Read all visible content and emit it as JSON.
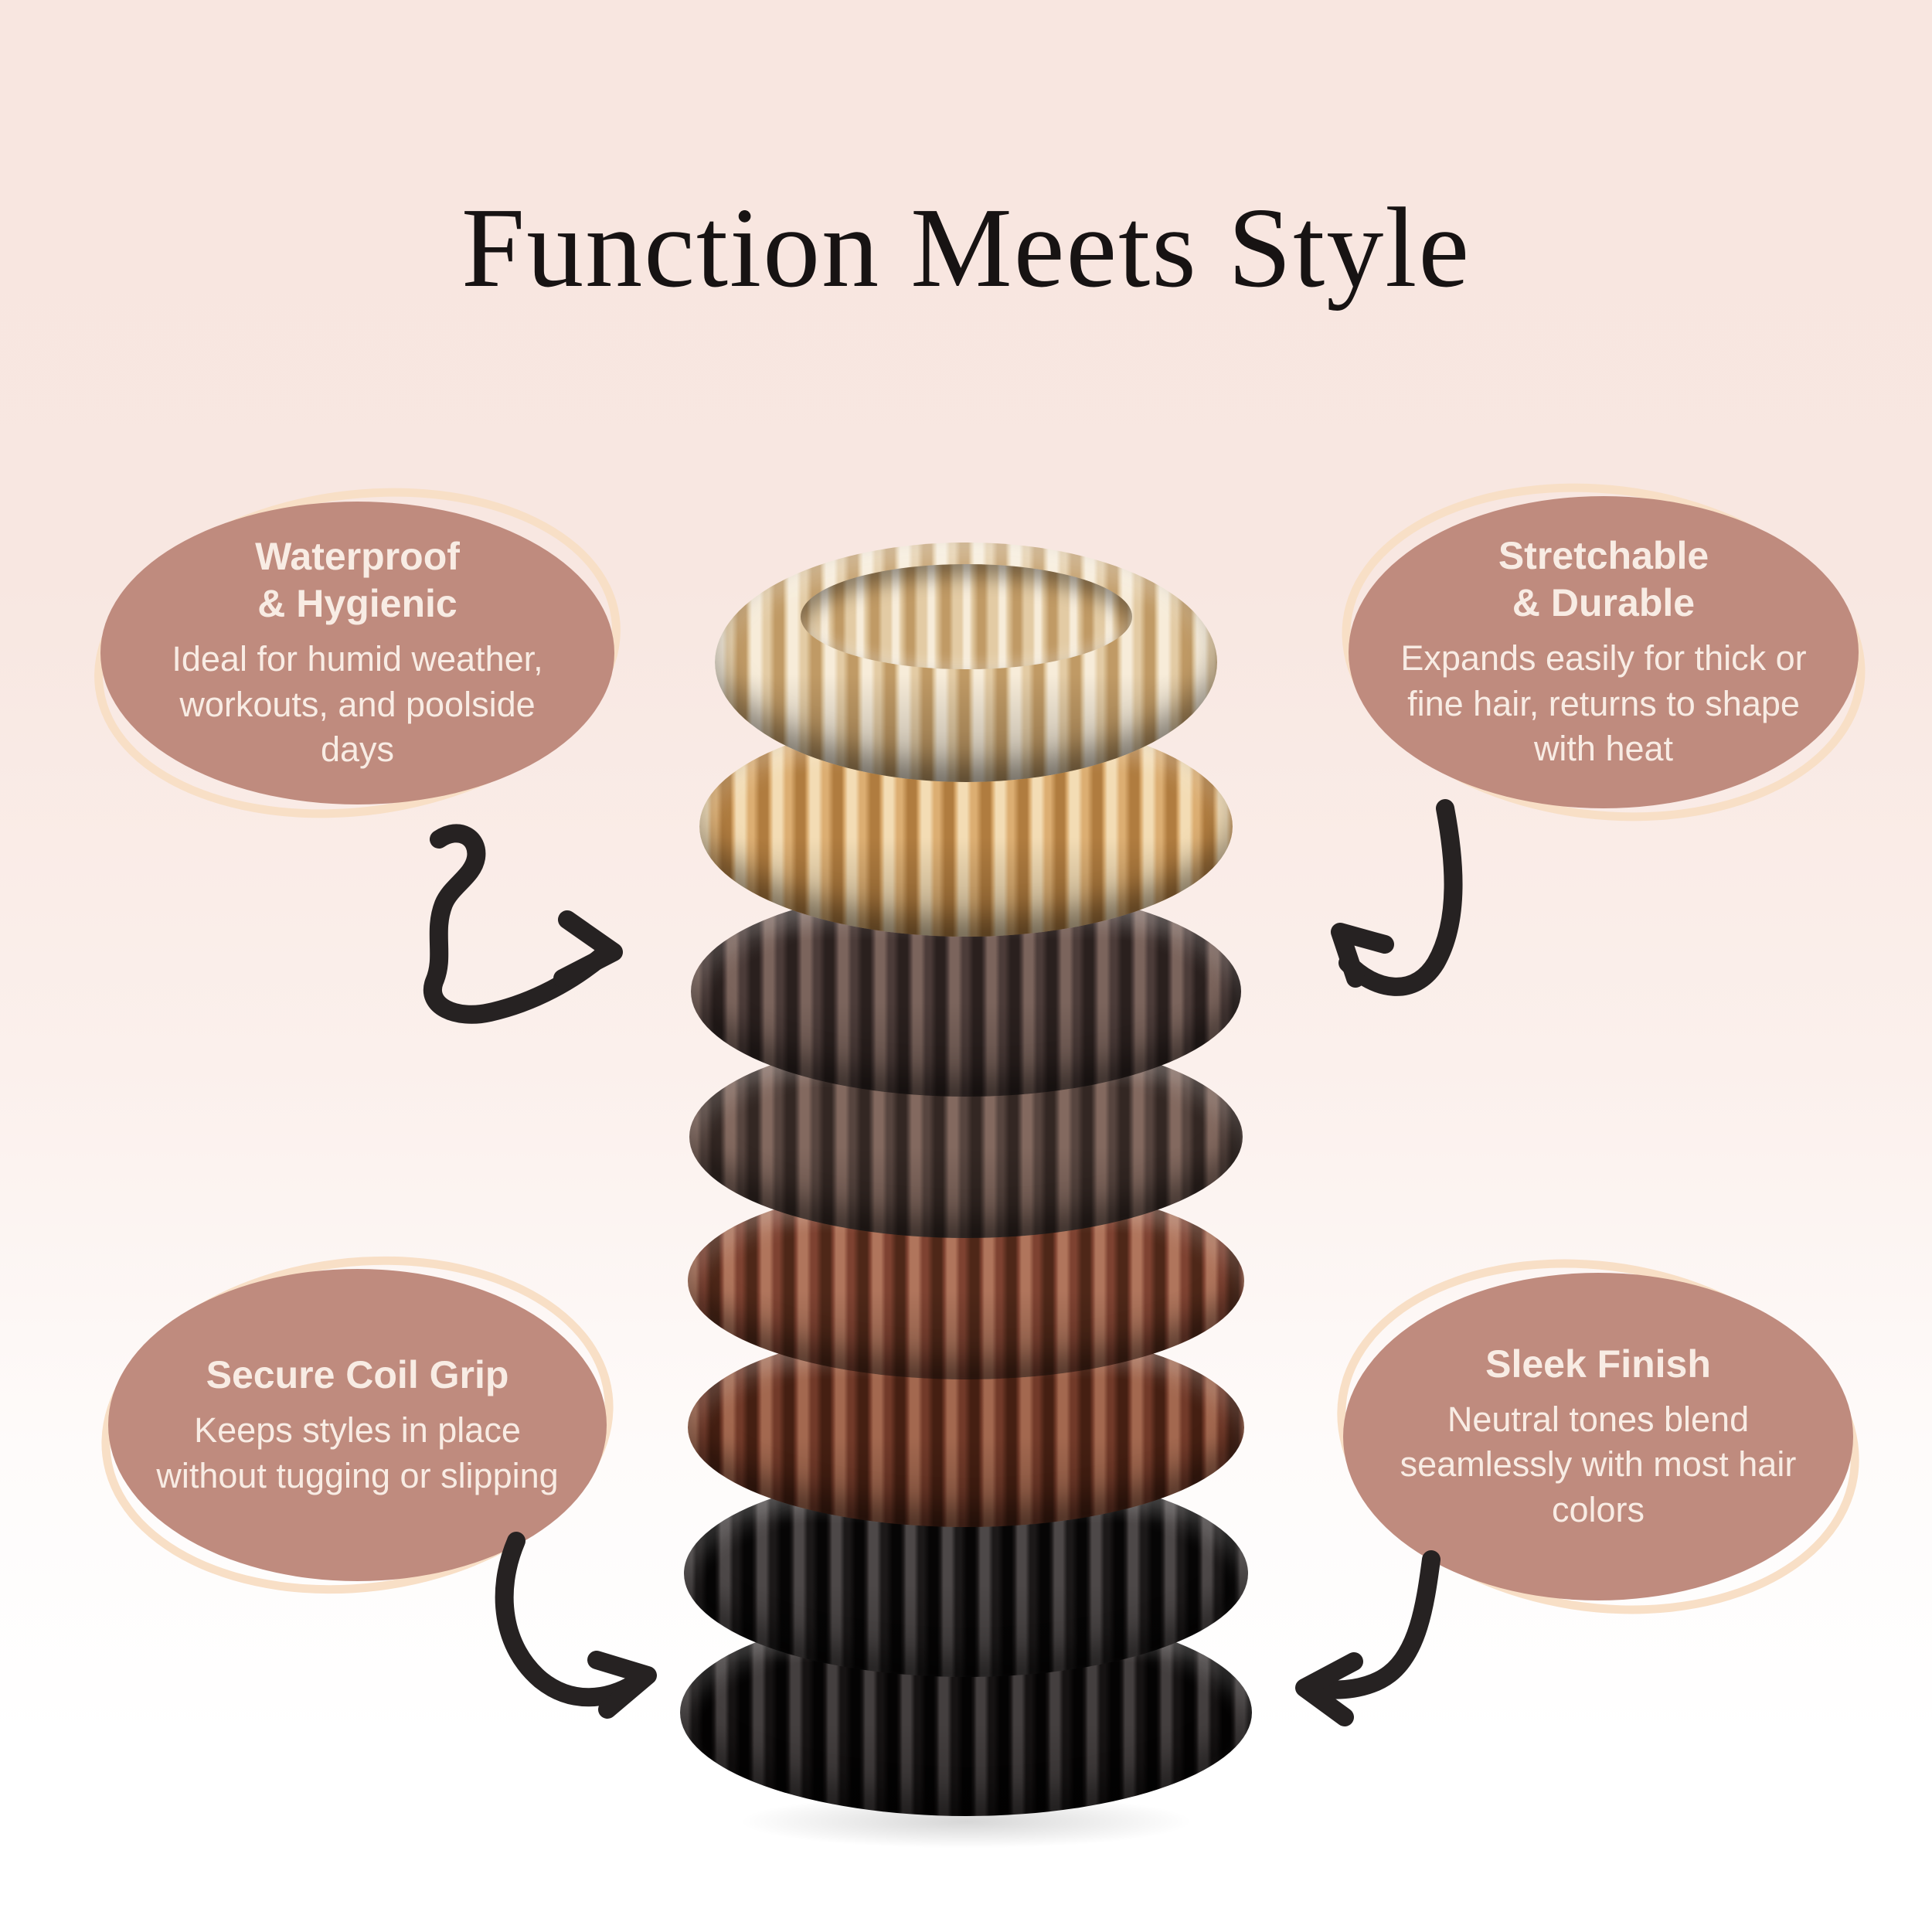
{
  "title": "Function Meets Style",
  "bubbles": {
    "top_left": {
      "heading_line1": "Waterproof",
      "heading_line2": "& Hygienic",
      "body": "Ideal for humid weather, workouts, and poolside days"
    },
    "top_right": {
      "heading_line1": "Stretchable",
      "heading_line2": "& Durable",
      "body": "Expands easily for thick or fine hair, returns to shape with heat"
    },
    "bottom_left": {
      "heading_line1": "Secure Coil Grip",
      "heading_line2": "",
      "body": "Keeps styles in place without tugging or slipping"
    },
    "bottom_right": {
      "heading_line1": "Sleek Finish",
      "heading_line2": "",
      "body": "Neutral tones blend seamlessly with most hair colors"
    }
  },
  "product": {
    "description": "stack of eight spiral coil hair ties",
    "ties": [
      {
        "name": "champagne-clear",
        "base": "#e3cba4",
        "light": "#f7ecd9",
        "dark": "#c09a65"
      },
      {
        "name": "champagne-gold",
        "base": "#dcae72",
        "light": "#f3dcb4",
        "dark": "#b07c3f"
      },
      {
        "name": "smoky-brown",
        "base": "#4c3c39",
        "light": "#7b645c",
        "dark": "#2a201e"
      },
      {
        "name": "smoky-taupe",
        "base": "#57453f",
        "light": "#83695f",
        "dark": "#332723"
      },
      {
        "name": "auburn",
        "base": "#7e4231",
        "light": "#b0755c",
        "dark": "#4e2718"
      },
      {
        "name": "auburn-dark",
        "base": "#723a29",
        "light": "#a3684f",
        "dark": "#451f12"
      },
      {
        "name": "black",
        "base": "#1c1919",
        "light": "#4d4848",
        "dark": "#060505"
      },
      {
        "name": "jet-black",
        "base": "#161313",
        "light": "#443f3f",
        "dark": "#040303"
      }
    ]
  },
  "colors": {
    "background_top": "#f8e6e0",
    "background_bottom": "#ffffff",
    "title_text": "#171313",
    "bubble_fill": "#bf8b7e",
    "bubble_ring": "#f8dfc6",
    "bubble_text": "#f8ece4",
    "arrow": "#262222"
  }
}
